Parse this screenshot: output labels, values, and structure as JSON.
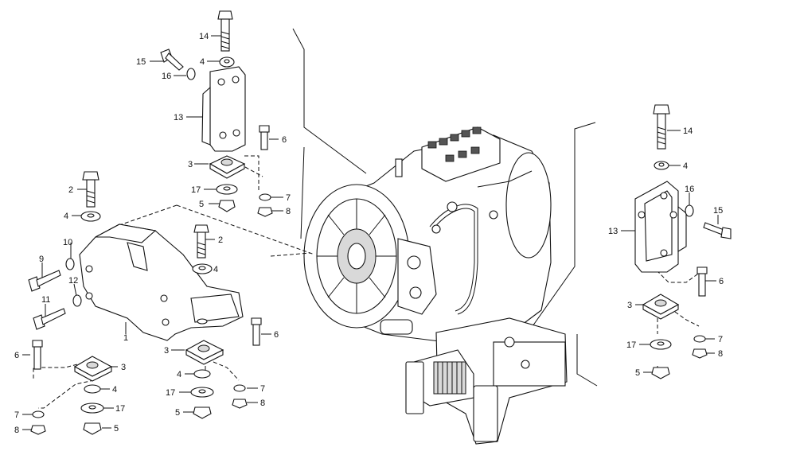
{
  "callouts": [
    {
      "text": "14"
    },
    {
      "text": "4"
    },
    {
      "text": "15"
    },
    {
      "text": "16"
    },
    {
      "text": "13"
    },
    {
      "text": "6"
    },
    {
      "text": "3"
    },
    {
      "text": "17"
    },
    {
      "text": "7"
    },
    {
      "text": "5"
    },
    {
      "text": "8"
    },
    {
      "text": "2"
    },
    {
      "text": "4"
    },
    {
      "text": "10"
    },
    {
      "text": "9"
    },
    {
      "text": "12"
    },
    {
      "text": "11"
    },
    {
      "text": "2"
    },
    {
      "text": "4"
    },
    {
      "text": "1"
    },
    {
      "text": "6"
    },
    {
      "text": "6"
    },
    {
      "text": "3"
    },
    {
      "text": "3"
    },
    {
      "text": "4"
    },
    {
      "text": "4"
    },
    {
      "text": "17"
    },
    {
      "text": "7"
    },
    {
      "text": "17"
    },
    {
      "text": "8"
    },
    {
      "text": "7"
    },
    {
      "text": "5"
    },
    {
      "text": "8"
    },
    {
      "text": "5"
    },
    {
      "text": "14"
    },
    {
      "text": "4"
    },
    {
      "text": "16"
    },
    {
      "text": "15"
    },
    {
      "text": "13"
    },
    {
      "text": "6"
    },
    {
      "text": "3"
    },
    {
      "text": "7"
    },
    {
      "text": "17"
    },
    {
      "text": "8"
    },
    {
      "text": "5"
    }
  ]
}
